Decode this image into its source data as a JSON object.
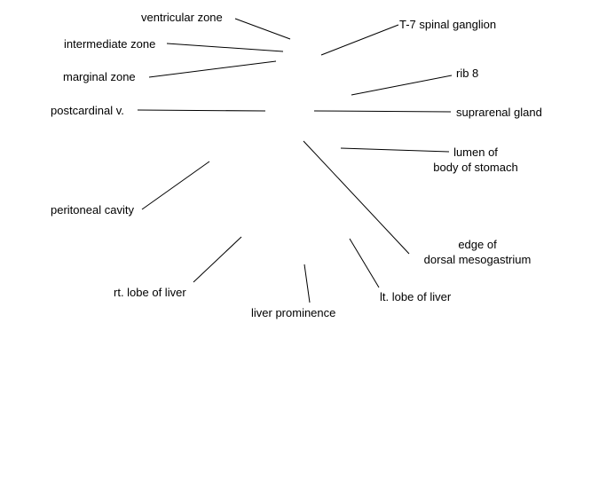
{
  "diagram": {
    "labels": {
      "ventricular_zone": "ventricular zone",
      "intermediate_zone": "intermediate zone",
      "marginal_zone": "marginal zone",
      "postcardinal_v": "postcardinal v.",
      "peritoneal_cavity": "peritoneal cavity",
      "rt_lobe_of_liver": "rt. lobe of liver",
      "liver_prominence": "liver prominence",
      "lt_lobe_of_liver": "lt. lobe of liver",
      "edge_of_dorsal_mesogastrium": {
        "line1": "edge of",
        "line2": "dorsal mesogastrium"
      },
      "lumen_of_body_of_stomach": {
        "line1": "lumen of",
        "line2": "body of stomach"
      },
      "suprarenal_gland": "suprarenal gland",
      "rib_8": "rib 8",
      "t7_spinal_ganglion": "T-7 spinal ganglion"
    }
  }
}
